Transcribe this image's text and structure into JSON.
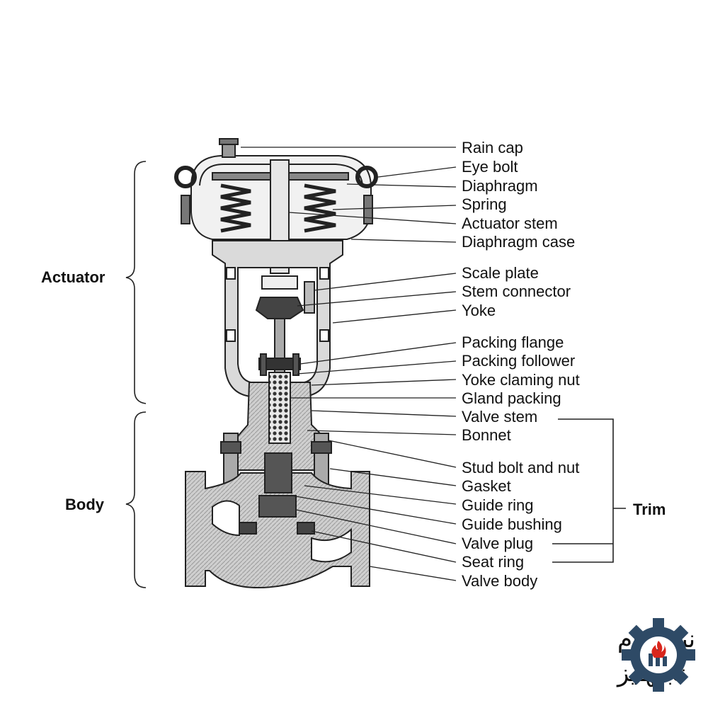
{
  "groups": {
    "actuator": "Actuator",
    "body": "Body",
    "trim": "Trim"
  },
  "labels": [
    "Rain cap",
    "Eye bolt",
    "Diaphragm",
    "Spring",
    "Actuator stem",
    "Diaphragm case",
    "Scale plate",
    "Stem connector",
    "Yoke",
    "Packing flange",
    "Packing follower",
    "Yoke claming nut",
    "Gland packing",
    "Valve stem",
    "Bonnet",
    "Stud bolt and nut",
    "Gasket",
    "Guide ring",
    "Guide bushing",
    "Valve plug",
    "Seat ring",
    "Valve body"
  ],
  "logo": {
    "line1": "نیکـــنام",
    "line2": "تجـهـیز"
  },
  "colors": {
    "metal": "#d4d4d4",
    "dark_part": "#555555",
    "outline": "#222222",
    "logo_gear": "#2e4a66",
    "logo_flame": "#d9261c"
  }
}
